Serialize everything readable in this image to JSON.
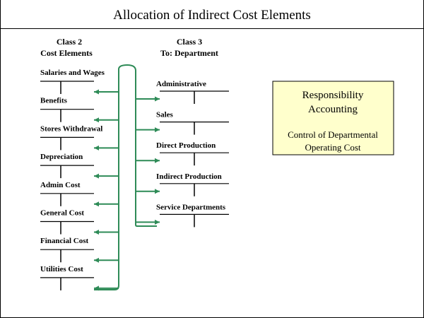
{
  "title": "Allocation of Indirect Cost Elements",
  "class2": {
    "header_line1": "Class 2",
    "header_line2": "Cost Elements",
    "items": [
      "Salaries and Wages",
      "Benefits",
      "Stores Withdrawal",
      "Depreciation",
      "Admin Cost",
      "General Cost",
      "Financial Cost",
      "Utilities Cost"
    ]
  },
  "class3": {
    "header_line1": "Class 3",
    "header_line2": "To:  Department",
    "items": [
      "Administrative",
      "Sales",
      "Direct Production",
      "Indirect Production",
      "Service Departments"
    ]
  },
  "responsibility_box": {
    "heading_line1": "Responsibility",
    "heading_line2": "Accounting",
    "body_line1": "Control of Departmental",
    "body_line2": "Operating Cost"
  },
  "colors": {
    "flow_line": "#2e8b57",
    "box_fill": "#ffffcc",
    "text": "#000000"
  }
}
